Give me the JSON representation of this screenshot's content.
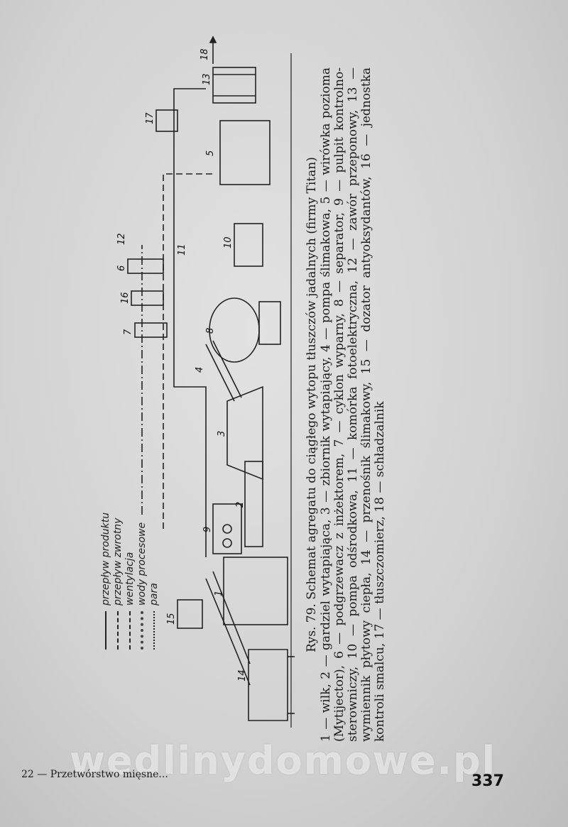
{
  "figure": {
    "labels": [
      "1",
      "2",
      "3",
      "4",
      "5",
      "6",
      "7",
      "8",
      "9",
      "10",
      "11",
      "12",
      "13",
      "14",
      "15",
      "16",
      "17",
      "18"
    ]
  },
  "legend": {
    "items": [
      {
        "label": "przepływ produktu",
        "style": "solid"
      },
      {
        "label": "przepływ zwrotny",
        "style": "dashed"
      },
      {
        "label": "wentylacja",
        "style": "dashdot"
      },
      {
        "label": "wody procesowe",
        "style": "hatched"
      },
      {
        "label": "para",
        "style": "dotted"
      }
    ]
  },
  "caption": {
    "title": "Rys. 79. Schemat agregatu do ciągłego wytopu tłuszczów jadalnych (firmy Titan)",
    "text": "1 — wilk, 2 — gardziel wytapiająca, 3 — zbiornik wytapiający, 4 — pompa ślimakowa, 5 — wirówka pozioma (Mytijector), 6 — podgrzewacz z inżektorem, 7 — cyklon wyparny, 8 — separator, 9 — pulpit kontrolno-sterowniczy, 10 — pompa odśrodkowa, 11 — komórka fotoelektryczna, 12 — zawór przeponowy, 13 — wymiennik płytowy ciepła, 14 — przenośnik ślimakowy, 15 — dozator antyoksydantów, 16 — jednostka kontroli smalcu, 17 — tłuszczomierz, 18 — schładzalnik"
  },
  "footer": {
    "left": "22 — Przetwórstwo mięsne...",
    "page_number": "337"
  },
  "watermark": "wedlinydomowe.pl"
}
